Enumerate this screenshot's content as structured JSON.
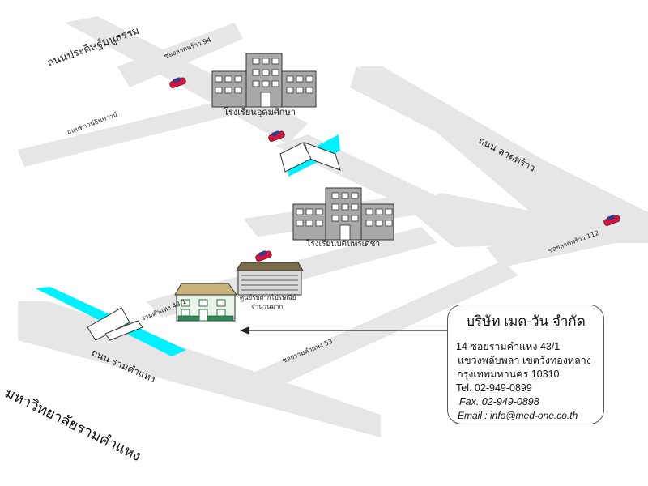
{
  "roads": {
    "prasert": "ถนนประดิษฐ์มนูธรรม",
    "soi_lat94": "ซอยลาดพร้าว 94",
    "tawin": "ถนนทาวน์อินทาวน์",
    "latphrao": "ถนน ลาดพร้าว",
    "soi_lat112": "ซอยลาดพร้าว 112",
    "ram43": "รามคำแหง 43/1",
    "soi_ram53": "ซอยรามคำแหง 53",
    "ramkhamhaeng": "ถนน รามคำแหง"
  },
  "places": {
    "school1": "โรงเรียนอุดมศึกษา",
    "school2": "โรงเรียนบดินทรเดชา",
    "storage_line1": "ศูนย์รับฝากไปรษณีย์",
    "storage_line2": "จำนวนมาก",
    "university": "มหาวิทยาลัยรามคำแหง"
  },
  "address": {
    "company": "บริษัท เมด-วัน จำกัด",
    "line1": "14 ซอยรามคำแหง 43/1",
    "line2": "แขวงพลับพลา  เขตวังทองหลาง",
    "line3": "กรุงเทพมหานคร  10310",
    "tel": "Tel. 02-949-0899",
    "fax": "Fax. 02-949-0898",
    "email": "Email : info@med-one.co.th"
  },
  "colors": {
    "road": "#e6e6e6",
    "canal": "#00f0ff",
    "building": "#a8a8a8",
    "car": "#e0103c"
  },
  "icons": [
    "car-icon",
    "building-icon",
    "house-icon",
    "bridge-icon",
    "arrow-icon"
  ]
}
